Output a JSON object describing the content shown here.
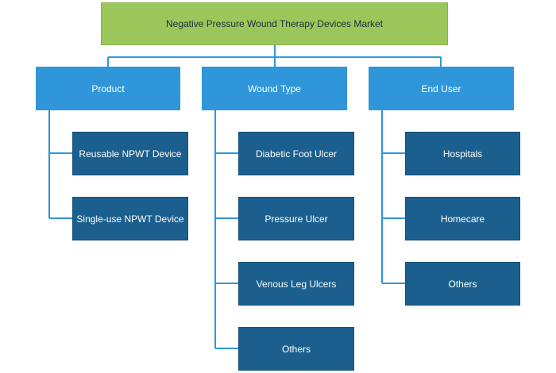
{
  "root": {
    "title": "Negative Pressure Wound Therapy Devices Market"
  },
  "categories": [
    {
      "label": "Product",
      "items": [
        "Reusable NPWT Device",
        "Single-use NPWT Device"
      ]
    },
    {
      "label": "Wound Type",
      "items": [
        "Diabetic Foot Ulcer",
        "Pressure Ulcer",
        "Venous Leg Ulcers",
        "Others"
      ]
    },
    {
      "label": "End User",
      "items": [
        "Hospitals",
        "Homecare",
        "Others"
      ]
    }
  ],
  "colors": {
    "root_fill": "#9bc75a",
    "category_fill": "#2f97d9",
    "item_fill": "#1b5f8e",
    "connector": "#2f97d9"
  }
}
